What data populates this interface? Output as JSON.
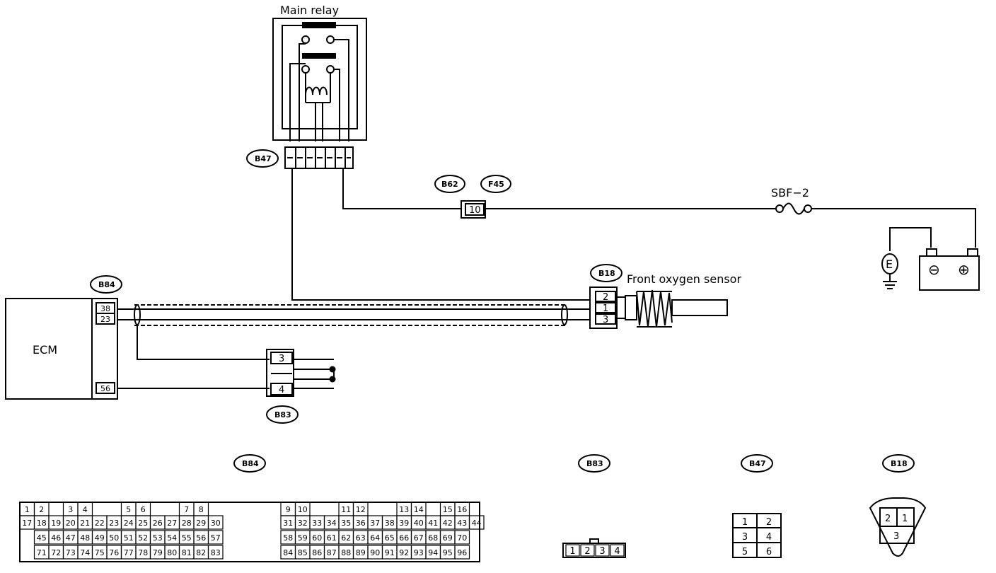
{
  "labels": {
    "main_relay": "Main relay",
    "front_oxygen_sensor": "Front oxygen sensor",
    "ecm": "ECM",
    "fuse": "SBF−2",
    "ground": "E",
    "battery_minus": "⊖",
    "battery_plus": "⊕"
  },
  "connectors": {
    "b47": "B47",
    "b62": "B62",
    "f45": "F45",
    "b84": "B84",
    "b18": "B18",
    "b83": "B83"
  },
  "pins": {
    "b62_f45": "10",
    "ecm_upper": "38",
    "ecm_mid": "23",
    "ecm_lower": "56",
    "b18": [
      "2",
      "1",
      "3"
    ],
    "b83": [
      "3",
      "4"
    ]
  },
  "views": {
    "b84_title": "B84",
    "b83_title": "B83",
    "b47_title": "B47",
    "b18_title": "B18",
    "b84_row1": [
      "1",
      "2",
      "3",
      "4",
      "5",
      "6",
      "7",
      "8",
      "9",
      "10",
      "11",
      "12",
      "13",
      "14",
      "15",
      "16"
    ],
    "b84_row2_left": [
      "17",
      "18",
      "19",
      "20",
      "21",
      "22",
      "23",
      "24",
      "25",
      "26",
      "27",
      "28",
      "29",
      "30"
    ],
    "b84_row2_right": [
      "31",
      "32",
      "33",
      "34",
      "35",
      "36",
      "37",
      "38",
      "39",
      "40",
      "41",
      "42",
      "43",
      "44"
    ],
    "b84_row3_left": [
      "45",
      "46",
      "47",
      "48",
      "49",
      "50",
      "51",
      "52",
      "53",
      "54",
      "55",
      "56",
      "57"
    ],
    "b84_row3_right": [
      "58",
      "59",
      "60",
      "61",
      "62",
      "63",
      "64",
      "65",
      "66",
      "67",
      "68",
      "69",
      "70"
    ],
    "b84_row4_left": [
      "71",
      "72",
      "73",
      "74",
      "75",
      "76",
      "77",
      "78",
      "79",
      "80",
      "81",
      "82",
      "83"
    ],
    "b84_row4_right": [
      "84",
      "85",
      "86",
      "87",
      "88",
      "89",
      "90",
      "91",
      "92",
      "93",
      "94",
      "95",
      "96"
    ],
    "b83_pins": [
      "1",
      "2",
      "3",
      "4"
    ],
    "b47_pins": [
      "1",
      "2",
      "3",
      "4",
      "5",
      "6"
    ],
    "b18_pins": [
      "2",
      "1",
      "3"
    ]
  }
}
